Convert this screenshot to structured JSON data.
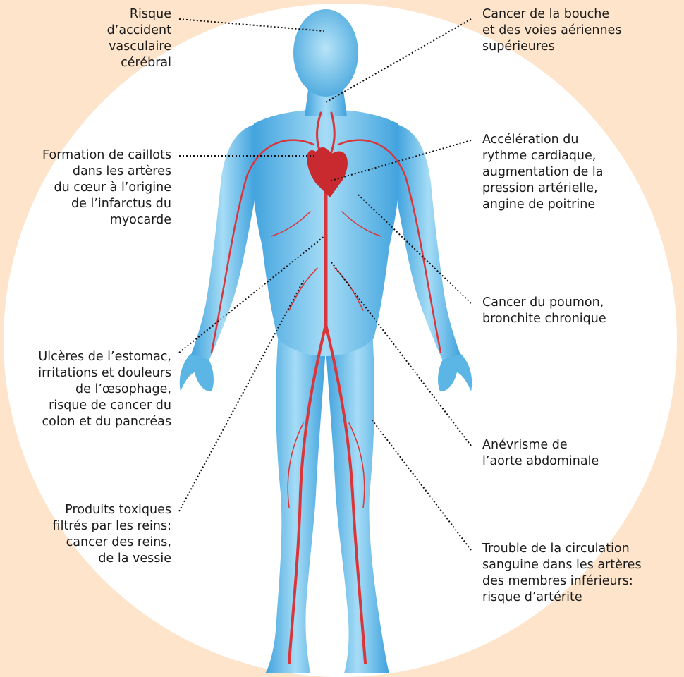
{
  "labels": {
    "stroke_risk": [
      "Risque",
      "d’accident",
      "vasculaire",
      "cérébral"
    ],
    "clots": [
      "Formation de caillots",
      "dans les artères",
      "du cœur à l’origine",
      "de l’infarctus du",
      "myocarde"
    ],
    "ulcers": [
      "Ulcères de l’estomac,",
      "irritations et douleurs",
      "de l’œsophage,",
      "risque de cancer du",
      "colon et du pancréas"
    ],
    "kidneys": [
      "Produits toxiques",
      "filtrés par les reins:",
      "cancer des reins,",
      "de la vessie"
    ],
    "mouth_cancer": [
      "Cancer de la bouche",
      "et des voies aériennes",
      "supérieures"
    ],
    "heart_rate": [
      "Accélération du",
      "rythme cardiaque,",
      "augmentation de la",
      "pression artérielle,",
      "angine de poitrine"
    ],
    "lung_cancer": [
      "Cancer du poumon,",
      "bronchite chronique"
    ],
    "aneurysm": [
      "Anévrisme de",
      "l’aorte abdominale"
    ],
    "circulation": [
      "Trouble de la circulation",
      "sanguine dans les artères",
      "des membres inférieurs:",
      "risque d’artérite"
    ]
  },
  "colors": {
    "background": "#fde4cb",
    "circle": "#ffffff",
    "body": "#7cc9ef",
    "body_shade": "#3fa2dd",
    "vessels": "#d8363a",
    "leader_lines": "#111111",
    "text": "#1b1b1b"
  }
}
